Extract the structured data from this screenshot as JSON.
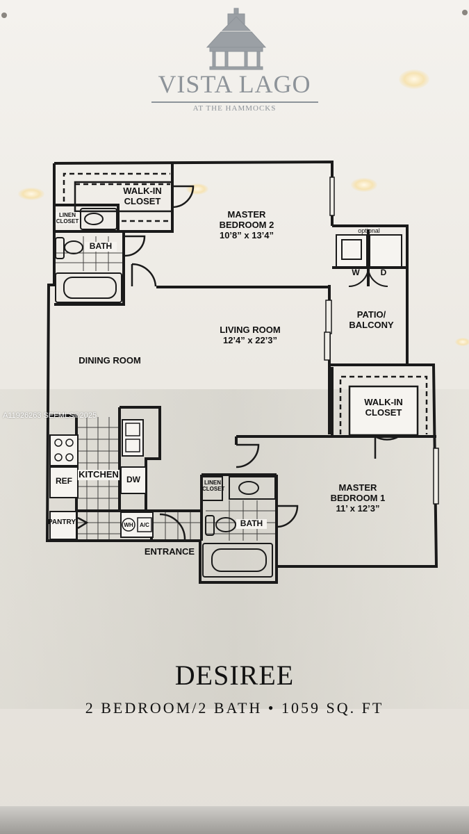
{
  "logo": {
    "name": "VISTA LAGO",
    "tagline": "AT THE HAMMOCKS"
  },
  "watermark": "A11926263 SEFMLS©2025",
  "rooms": {
    "walk_in_closet_top_l1": "WALK-IN",
    "walk_in_closet_top_l2": "CLOSET",
    "master_bedroom_2_l1": "MASTER",
    "master_bedroom_2_l2": "BEDROOM 2",
    "master_bedroom_2_dims": "10’8” x 13’4”",
    "linen_closet_top_l1": "LINEN",
    "linen_closet_top_l2": "CLOSET",
    "bath_top": "BATH",
    "optional": "optional",
    "washer": "W",
    "dryer": "D",
    "patio_l1": "PATIO/",
    "patio_l2": "BALCONY",
    "living_room": "LIVING ROOM",
    "living_room_dims": "12’4” x 22’3”",
    "dining_room": "DINING ROOM",
    "walk_in_closet_right_l1": "WALK-IN",
    "walk_in_closet_right_l2": "CLOSET",
    "kitchen": "KITCHEN",
    "ref": "REF",
    "dw": "DW",
    "pantry": "PANTRY",
    "wh": "WH",
    "ac": "A/C",
    "linen_closet_bottom_l1": "LINEN",
    "linen_closet_bottom_l2": "CLOSET",
    "bath_bottom": "BATH",
    "master_bedroom_1_l1": "MASTER",
    "master_bedroom_1_l2": "BEDROOM 1",
    "master_bedroom_1_dims": "11’ x 12’3”",
    "entrance": "ENTRANCE"
  },
  "plan": {
    "name": "DESIREE",
    "summary": "2 BEDROOM/2 BATH • 1059 SQ. FT"
  }
}
